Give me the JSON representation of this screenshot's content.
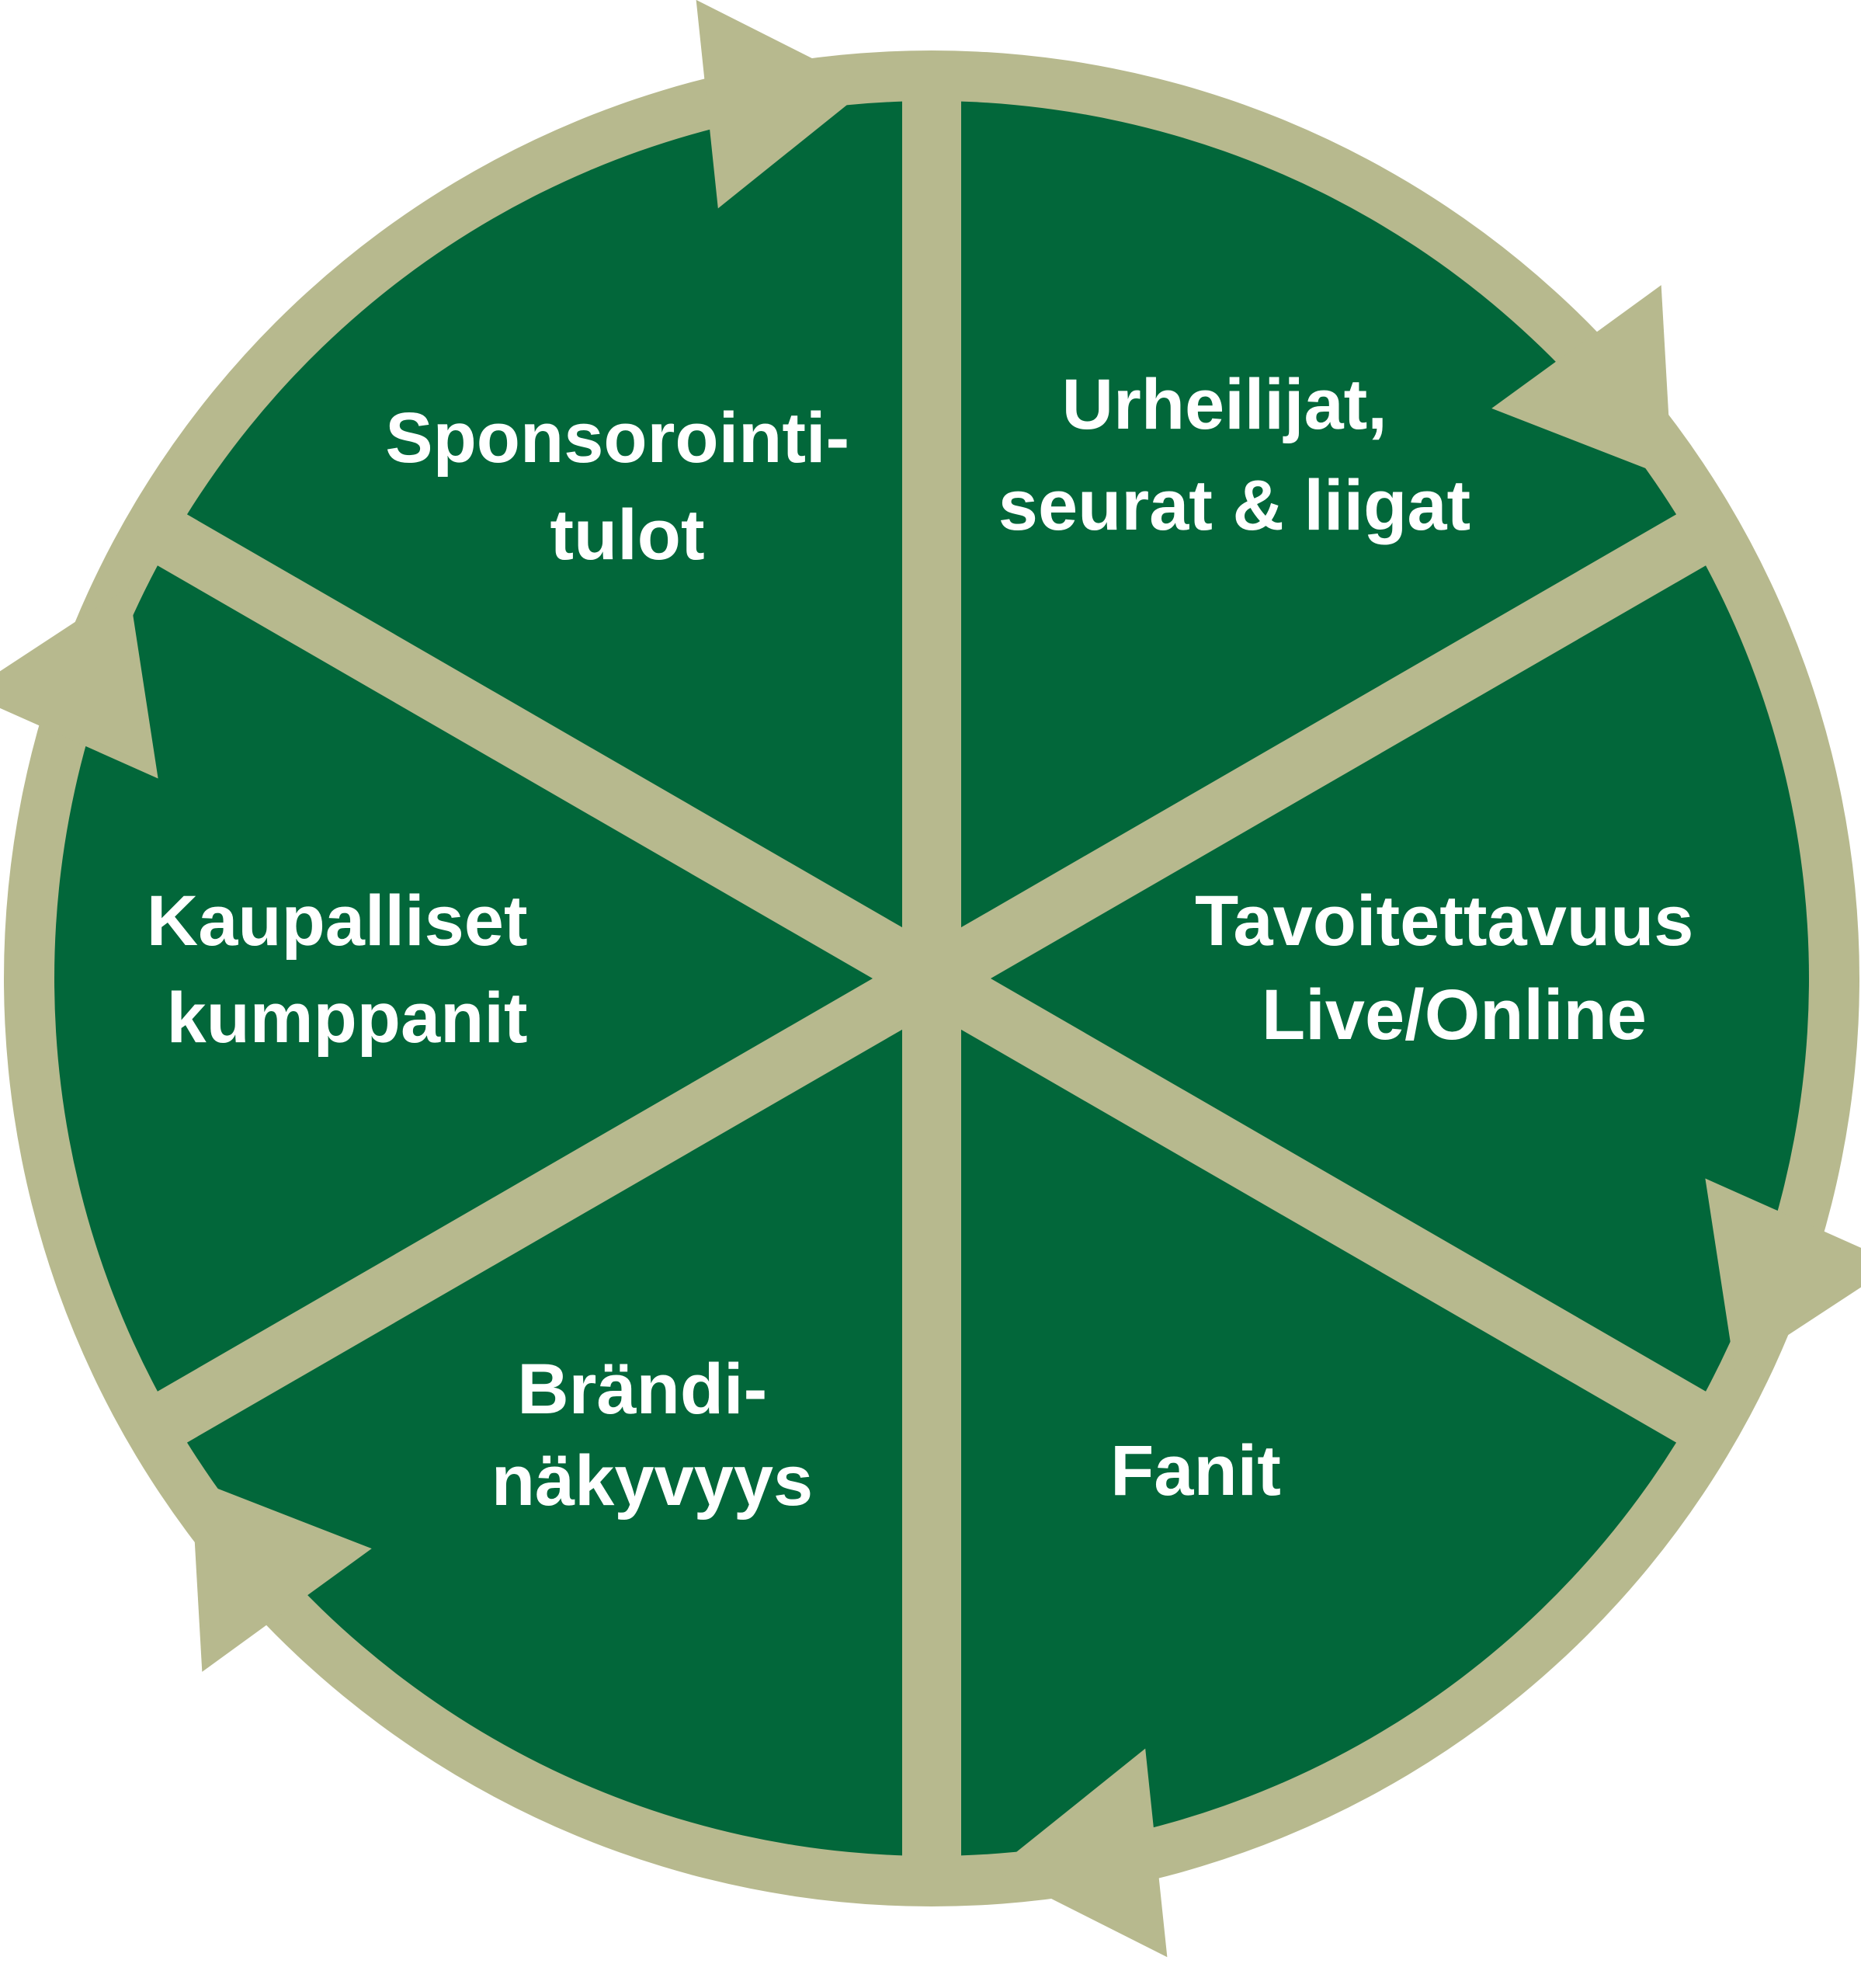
{
  "colors": {
    "segment_fill": "#02673A",
    "ring": "#B7B98E",
    "label_text": "#FFFFFF"
  },
  "segments": [
    {
      "id": "urheilijat",
      "label_lines": [
        "Urheilijat,",
        "seurat & liigat"
      ]
    },
    {
      "id": "tavoitettavuus",
      "label_lines": [
        "Tavoitettavuus",
        "Live/Online"
      ]
    },
    {
      "id": "fanit",
      "label_lines": [
        "Fanit"
      ]
    },
    {
      "id": "brandinakyvyys",
      "label_lines": [
        "Brändi-",
        "näkyvyys"
      ]
    },
    {
      "id": "kaupalliset",
      "label_lines": [
        "Kaupalliset",
        "kumppanit"
      ]
    },
    {
      "id": "sponsorointitulot",
      "label_lines": [
        "Sponsorointi-",
        "tulot"
      ]
    }
  ],
  "cycle_direction": "clockwise"
}
